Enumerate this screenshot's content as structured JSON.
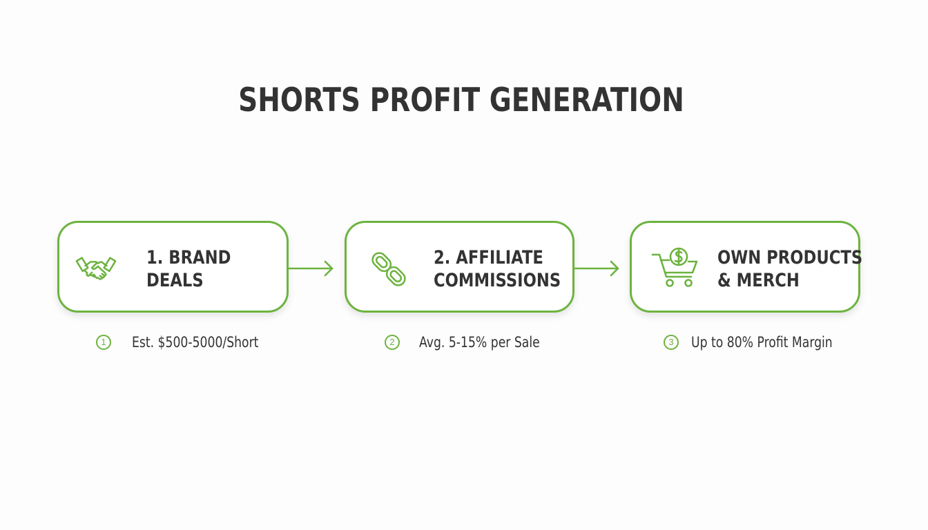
{
  "title": "SHORTS PROFIT GENERATION",
  "accent_color": "#6db33f",
  "steps": [
    {
      "icon": "handshake-icon",
      "label_line1": "1. BRAND",
      "label_line2": "DEALS",
      "note_number": "1",
      "note_text": "Est. $500-5000/Short"
    },
    {
      "icon": "chain-link-icon",
      "label_line1": "2. AFFILIATE",
      "label_line2": "COMMISSIONS",
      "note_number": "2",
      "note_text": "Avg. 5-15% per Sale"
    },
    {
      "icon": "shopping-cart-dollar-icon",
      "label_line1": "OWN PRODUCTS",
      "label_line2": "& MERCH",
      "note_number": "3",
      "note_text": "Up to 80% Profit Margin"
    }
  ]
}
